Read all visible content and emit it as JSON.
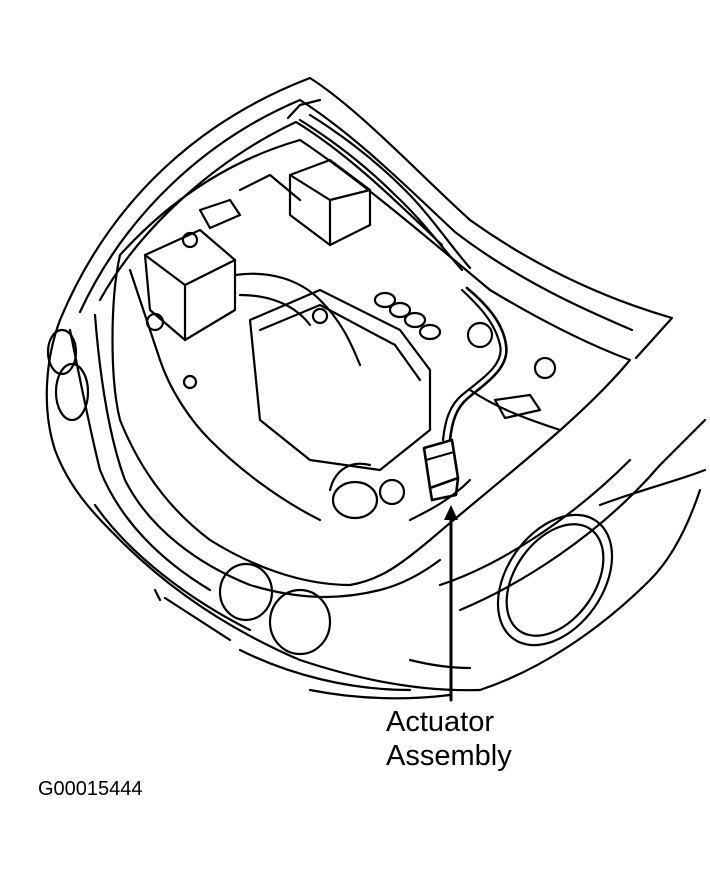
{
  "diagram": {
    "callout": {
      "line1": "Actuator",
      "line2": "Assembly"
    },
    "figure_id": "G00015444"
  },
  "colors": {
    "ink": "#000000",
    "paper": "#ffffff"
  }
}
